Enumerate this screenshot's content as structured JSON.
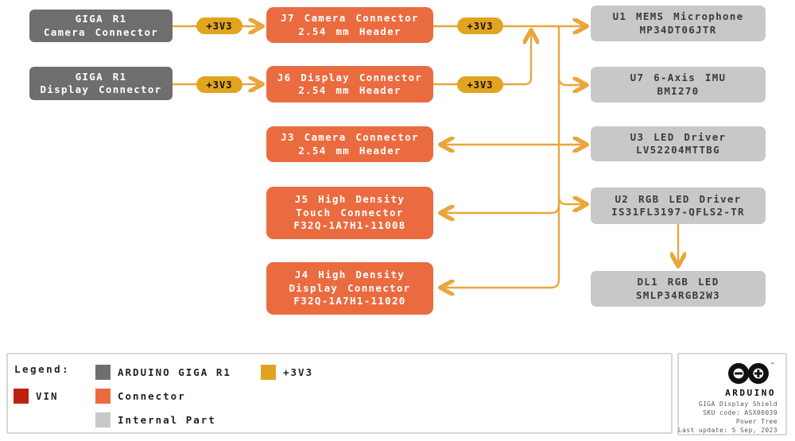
{
  "colors": {
    "connector_orange": "#EB6B40",
    "arduino_giga_gray": "#6E6E6E",
    "internal_part_gray": "#C8C8C8",
    "rail_gold": "#E2A41F",
    "wire_gold": "#E9A63D",
    "vin_red": "#C0200F"
  },
  "nodes": {
    "giga_camera": {
      "lines": [
        "GIGA R1",
        "Camera Connector"
      ]
    },
    "giga_display": {
      "lines": [
        "GIGA R1",
        "Display Connector"
      ]
    },
    "j7": {
      "lines": [
        "J7 Camera Connector",
        "2.54 mm Header"
      ]
    },
    "j6": {
      "lines": [
        "J6 Display Connector",
        "2.54 mm Header"
      ]
    },
    "j3": {
      "lines": [
        "J3 Camera Connector",
        "2.54 mm Header"
      ]
    },
    "j5": {
      "lines": [
        "J5 High Density",
        "Touch Connector",
        "F32Q-1A7H1-11008"
      ]
    },
    "j4": {
      "lines": [
        "J4 High Density",
        "Display Connector",
        "F32Q-1A7H1-11020"
      ]
    },
    "u1": {
      "lines": [
        "U1 MEMS Microphone",
        "MP34DT06JTR"
      ]
    },
    "u7": {
      "lines": [
        "U7 6-Axis IMU",
        "BMI270"
      ]
    },
    "u3": {
      "lines": [
        "U3 LED Driver",
        "LV52204MTTBG"
      ]
    },
    "u2": {
      "lines": [
        "U2 RGB LED Driver",
        "IS31FL3197-QFLS2-TR"
      ]
    },
    "dl1": {
      "lines": [
        "DL1 RGB LED",
        "SMLP34RGB2W3"
      ]
    }
  },
  "badges": {
    "label": "+3V3"
  },
  "legend": {
    "title": "Legend:",
    "items": [
      {
        "label": "VIN",
        "color": "#C0200F"
      },
      {
        "label": "ARDUINO GIGA R1",
        "color": "#6E6E6E"
      },
      {
        "label": "Connector",
        "color": "#EB6B40"
      },
      {
        "label": "Internal Part",
        "color": "#C8C8C8"
      },
      {
        "label": "+3V3",
        "color": "#E2A41F"
      }
    ]
  },
  "footer": {
    "brand": "ARDUINO",
    "trademark": "™",
    "lines": [
      "GIGA Display Shield",
      "SKU code: ASX00039",
      "Power Tree",
      "Last update: 5 Sep, 2023"
    ]
  }
}
